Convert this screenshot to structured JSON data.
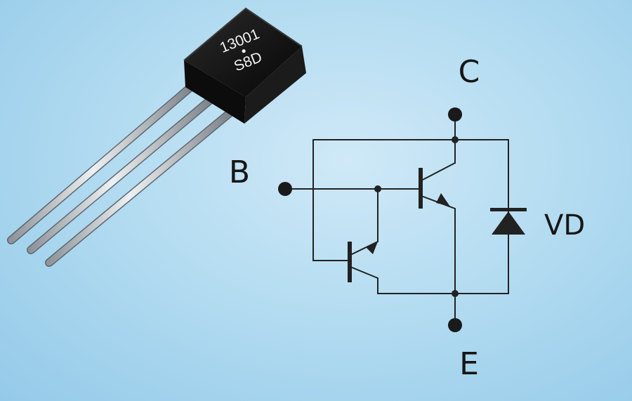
{
  "component": {
    "marking_line1": "13001",
    "marking_line2": "S8D"
  },
  "pins": {
    "base": "B",
    "collector": "C",
    "emitter": "E"
  },
  "diode_label": "VD",
  "colors": {
    "wire": "#222222",
    "package": "#151515",
    "lead": "#c9ced3"
  }
}
